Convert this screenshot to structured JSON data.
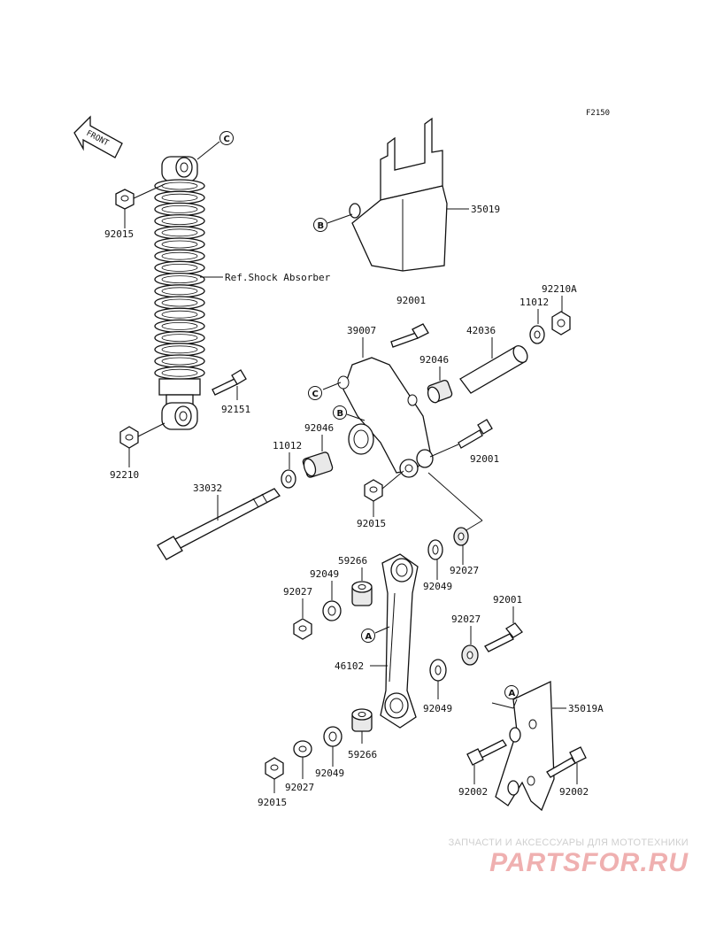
{
  "figure_code": "F2150",
  "front_label": "FRONT",
  "ref_label": "Ref.Shock Absorber",
  "callouts": {
    "a": "A",
    "b": "B",
    "c": "C"
  },
  "parts": {
    "p92015_top": "92015",
    "p92015_mid": "92015",
    "p92015_bot": "92015",
    "p92151": "92151",
    "p92210": "92210",
    "p35019": "35019",
    "p92001_top": "92001",
    "p92001_mid": "92001",
    "p92001_low": "92001",
    "p92210A": "92210A",
    "p11012_top": "11012",
    "p11012_left": "11012",
    "p39007": "39007",
    "p42036": "42036",
    "p92046_top": "92046",
    "p92046_left": "92046",
    "p33032": "33032",
    "p59266_top": "59266",
    "p59266_bot": "59266",
    "p92049_a": "92049",
    "p92049_b": "92049",
    "p92049_c": "92049",
    "p92049_d": "92049",
    "p92027_a": "92027",
    "p92027_b": "92027",
    "p92027_c": "92027",
    "p92027_d": "92027",
    "p46102": "46102",
    "p35019A": "35019A",
    "p92002_l": "92002",
    "p92002_r": "92002"
  },
  "watermark": {
    "tagline": "ЗАПЧАСТИ И АКСЕССУАРЫ ДЛЯ МОТОТЕХНИКИ",
    "logo": "PARTSFOR.RU"
  }
}
